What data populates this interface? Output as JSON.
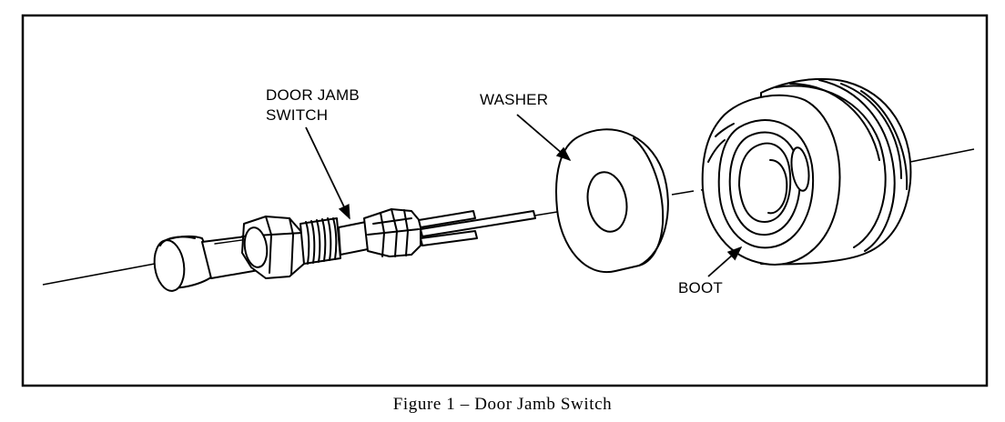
{
  "figure": {
    "caption": "Figure 1 – Door Jamb Switch"
  },
  "callouts": {
    "switch_line1": "DOOR JAMB",
    "switch_line2": "SWITCH",
    "washer": "WASHER",
    "boot": "BOOT"
  }
}
